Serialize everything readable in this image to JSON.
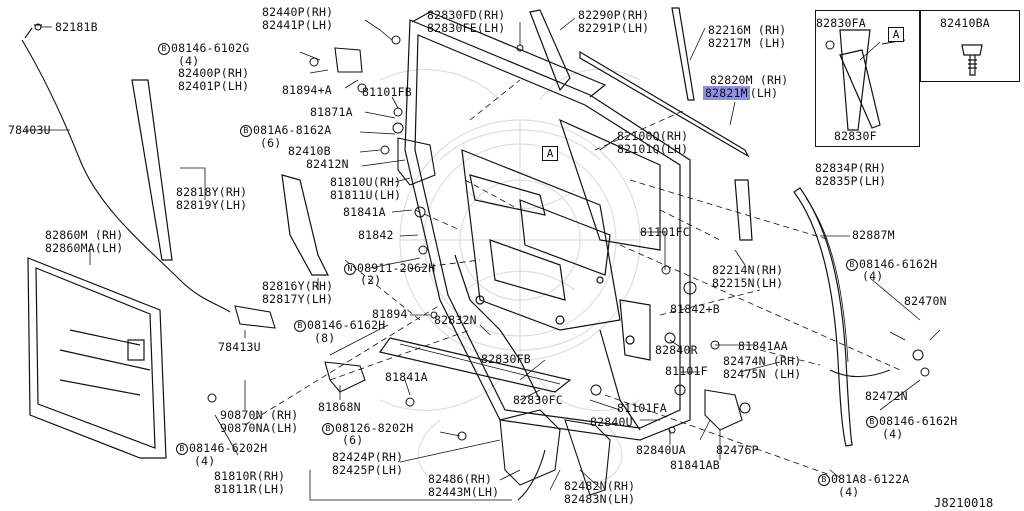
{
  "labels": {
    "l82181B": "82181B",
    "l78403U": "78403U",
    "l82440P": "82440P(RH)",
    "l82441P": "82441P(LH)",
    "l08146_6102G": "08146-6102G",
    "l08146_6102G_q": "(4)",
    "l82400P": "82400P(RH)",
    "l82401P": "82401P(LH)",
    "l81894A": "81894+A",
    "l82830FD": "82830FD(RH)",
    "l82830FE": "82830FE(LH)",
    "l82290P": "82290P(RH)",
    "l82291P": "82291P(LH)",
    "l82216M": "82216M (RH)",
    "l82217M": "82217M (LH)",
    "l82830FA": "82830FA",
    "l82410BA": "82410BA",
    "l82820M": "82820M (RH)",
    "l82821M": "82821M",
    "l82821M_lh": "(LH)",
    "l81101FB": "81101FB",
    "l81871A": "81871A",
    "l081A6": "081A6-8162A",
    "l081A6_q": "(6)",
    "l82410B": "82410B",
    "l82412N": "82412N",
    "l82100Q": "82100Q(RH)",
    "l82101Q": "82101Q(LH)",
    "l82830F": "82830F",
    "l82834P": "82834P(RH)",
    "l82835P": "82835P(LH)",
    "l82818Y": "82818Y(RH)",
    "l82819Y": "82819Y(LH)",
    "l81810U": "81810U(RH)",
    "l81811U": "81811U(LH)",
    "l81841A_1": "81841A",
    "l81842": "81842",
    "l82887M": "82887M",
    "l82860M": "82860M (RH)",
    "l82860MA": "82860MA(LH)",
    "l81101FC": "81101FC",
    "l82214N": "82214N(RH)",
    "l82215N": "82215N(LH)",
    "l08911": "08911-2062H",
    "l08911_q": "(2)",
    "l82816Y": "82816Y(RH)",
    "l82817Y": "82817Y(LH)",
    "l08146_6162H_a": "08146-6162H",
    "l08146_6162H_a_q": "(4)",
    "l82470N": "82470N",
    "l81894": "81894",
    "l81842B": "81842+B",
    "l08146_6162H_b": "08146-6162H",
    "l08146_6162H_b_q": "(8)",
    "l82832N": "82832N",
    "l78413U": "78413U",
    "l82840R": "82840R",
    "l81841AA": "81841AA",
    "l82474N": "82474N (RH)",
    "l82475N": "82475N (LH)",
    "l82830FB": "82830FB",
    "l81101F": "81101F",
    "l81841A_2": "81841A",
    "l82472N": "82472N",
    "l81868N": "81868N",
    "l82830FC": "82830FC",
    "l81101FA": "81101FA",
    "l90870N": "90870N (RH)",
    "l90870NA": "90870NA(LH)",
    "l08126": "08126-8202H",
    "l08126_q": "(6)",
    "l82840U": "82840U",
    "l08146_6162H_c": "08146-6162H",
    "l08146_6162H_c_q": "(4)",
    "l08146_6202H": "08146-6202H",
    "l08146_6202H_q": "(4)",
    "l82424P": "82424P(RH)",
    "l82425P": "82425P(LH)",
    "l82840UA": "82840UA",
    "l82476P": "82476P",
    "l82486": "82486(RH)",
    "l82443M": "82443M(LH)",
    "l81841AB": "81841AB",
    "l81810R": "81810R(RH)",
    "l81811R": "81811R(LH)",
    "l082A8": "081A8-6122A",
    "l082A8_q": "(4)",
    "l82482N": "82482N(RH)",
    "l82483N": "82483N(LH)",
    "diagram_code": "J8210018"
  },
  "prefix_b": "B",
  "prefix_n": "N",
  "ref_marker": "A",
  "colors": {
    "line": "#111111",
    "highlight": "#8f8fe6",
    "watermark": "#dcdcdc",
    "background": "#ffffff"
  },
  "icons": {
    "watermark": "nissan-genuine-parts-watermark-icon",
    "bolt": "bolt-icon",
    "clip": "clip-icon"
  }
}
